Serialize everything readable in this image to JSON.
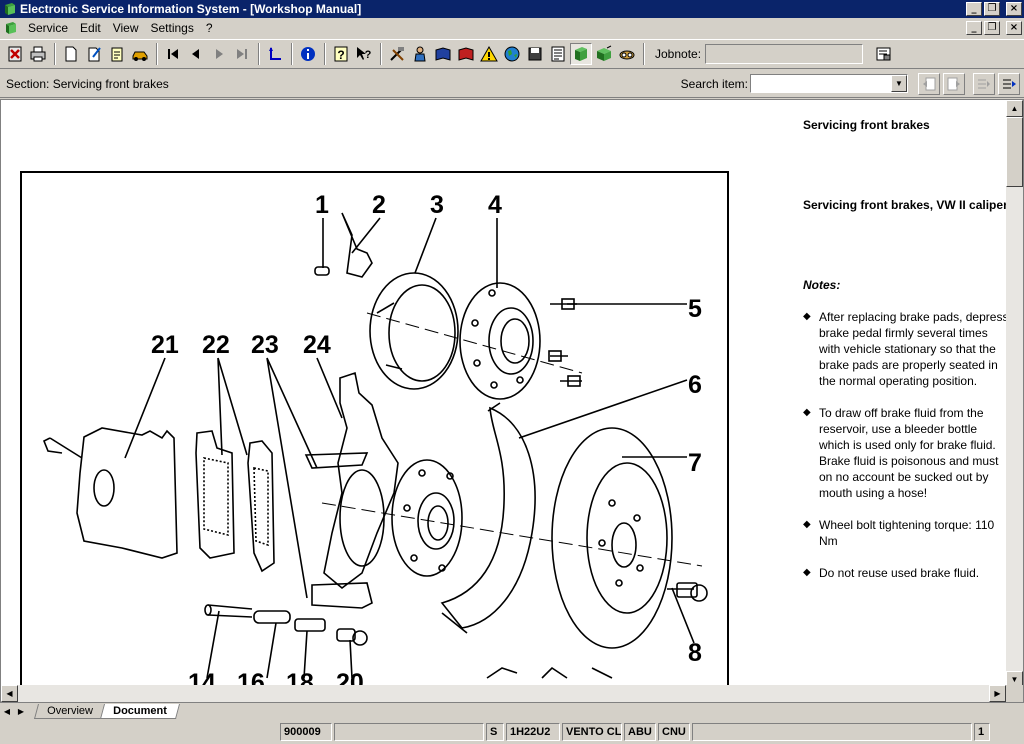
{
  "window": {
    "title": "Electronic Service Information System - [Workshop Manual]"
  },
  "menu": {
    "items": [
      "Service",
      "Edit",
      "View",
      "Settings",
      "?"
    ]
  },
  "toolbar": {
    "jobnote_label": "Jobnote:",
    "jobnote_value": ""
  },
  "sectionbar": {
    "section_text": "Section: Servicing front brakes",
    "search_label": "Search item:",
    "search_value": ""
  },
  "document": {
    "title": "Servicing front brakes",
    "subtitle": "Servicing front brakes, VW II caliper",
    "notes_heading": "Notes:",
    "notes": [
      "After replacing brake pads, depress brake pedal firmly several times with vehicle stationary so that the brake pads are properly seated in the normal operating position.",
      "To draw off brake fluid from the reservoir, use a bleeder bottle which is used only for brake fluid. Brake fluid is poisonous and must on no account be sucked out by mouth using a hose!",
      "Wheel bolt tightening torque: 110 Nm",
      "Do not reuse used brake fluid."
    ],
    "figure_callouts": [
      "1",
      "2",
      "3",
      "4",
      "5",
      "6",
      "7",
      "8",
      "21",
      "22",
      "23",
      "24",
      "14",
      "16",
      "18",
      "20"
    ]
  },
  "tabs": [
    "Overview",
    "Document"
  ],
  "status": {
    "doc_number": "900009",
    "s": "S",
    "code": "1H22U2",
    "model": "VENTO CL",
    "abu": "ABU",
    "cnu": "CNU",
    "page": "1"
  }
}
